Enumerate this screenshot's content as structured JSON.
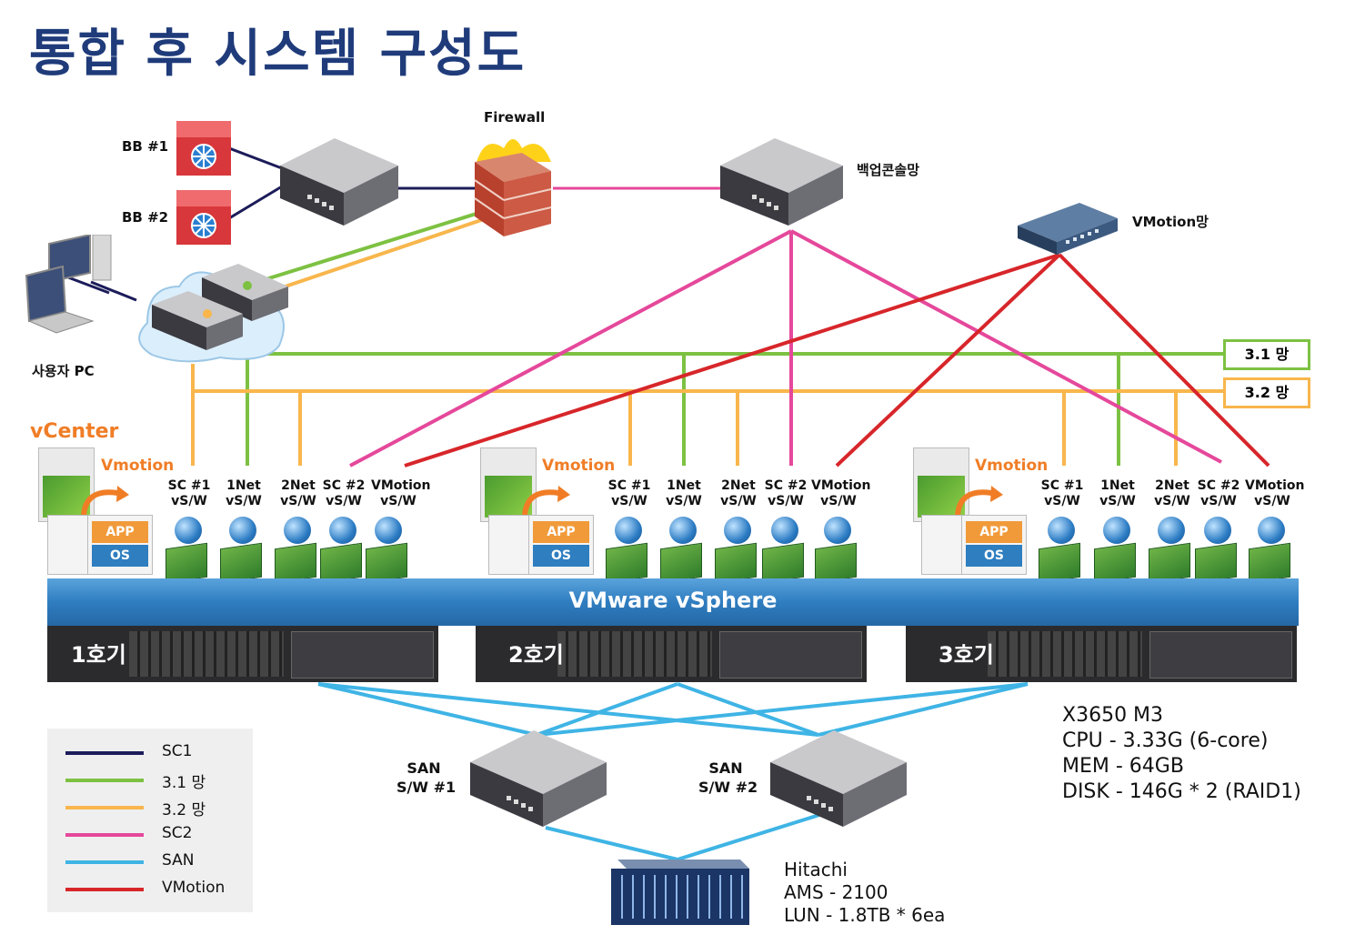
{
  "title": "통합 후 시스템 구성도",
  "labels": {
    "bb1": "BB #1",
    "bb2": "BB #2",
    "firewall": "Firewall",
    "backup_console": "백업콘솔망",
    "vmotion_net": "VMotion망",
    "user_pc": "사용자 PC",
    "net31": "3.1 망",
    "net32": "3.2 망",
    "vcenter": "vCenter",
    "vmotion": "Vmotion",
    "vsphere": "VMware vSphere",
    "san_sw1": [
      "SAN",
      "S/W #1"
    ],
    "san_sw2": [
      "SAN",
      "S/W #2"
    ],
    "app": "APP",
    "os": "OS"
  },
  "nic_labels": [
    [
      "SC #1",
      "vS/W"
    ],
    [
      "1Net",
      "vS/W"
    ],
    [
      "2Net",
      "vS/W"
    ],
    [
      "SC #2",
      "vS/W"
    ],
    [
      "VMotion",
      "vS/W"
    ]
  ],
  "hosts": [
    "1호기",
    "2호기",
    "3호기"
  ],
  "server_specs": [
    "X3650 M3",
    "CPU - 3.33G (6-core)",
    "MEM - 64GB",
    "DISK - 146G * 2 (RAID1)"
  ],
  "storage": [
    "Hitachi",
    "AMS - 2100",
    "LUN - 1.8TB * 6ea"
  ],
  "legend": [
    {
      "label": "SC1",
      "color": "#1c1c5a"
    },
    {
      "label": "3.1 망",
      "color": "#7dc142"
    },
    {
      "label": "3.2 망",
      "color": "#f8b64c"
    },
    {
      "label": "SC2",
      "color": "#e5489b"
    },
    {
      "label": "SAN",
      "color": "#3fb4e5"
    },
    {
      "label": "VMotion",
      "color": "#d7262a"
    }
  ],
  "colors": {
    "title": "#1f3b7a",
    "accent_orange": "#f07d26",
    "vsphere_bar": "#2f7dc0"
  }
}
